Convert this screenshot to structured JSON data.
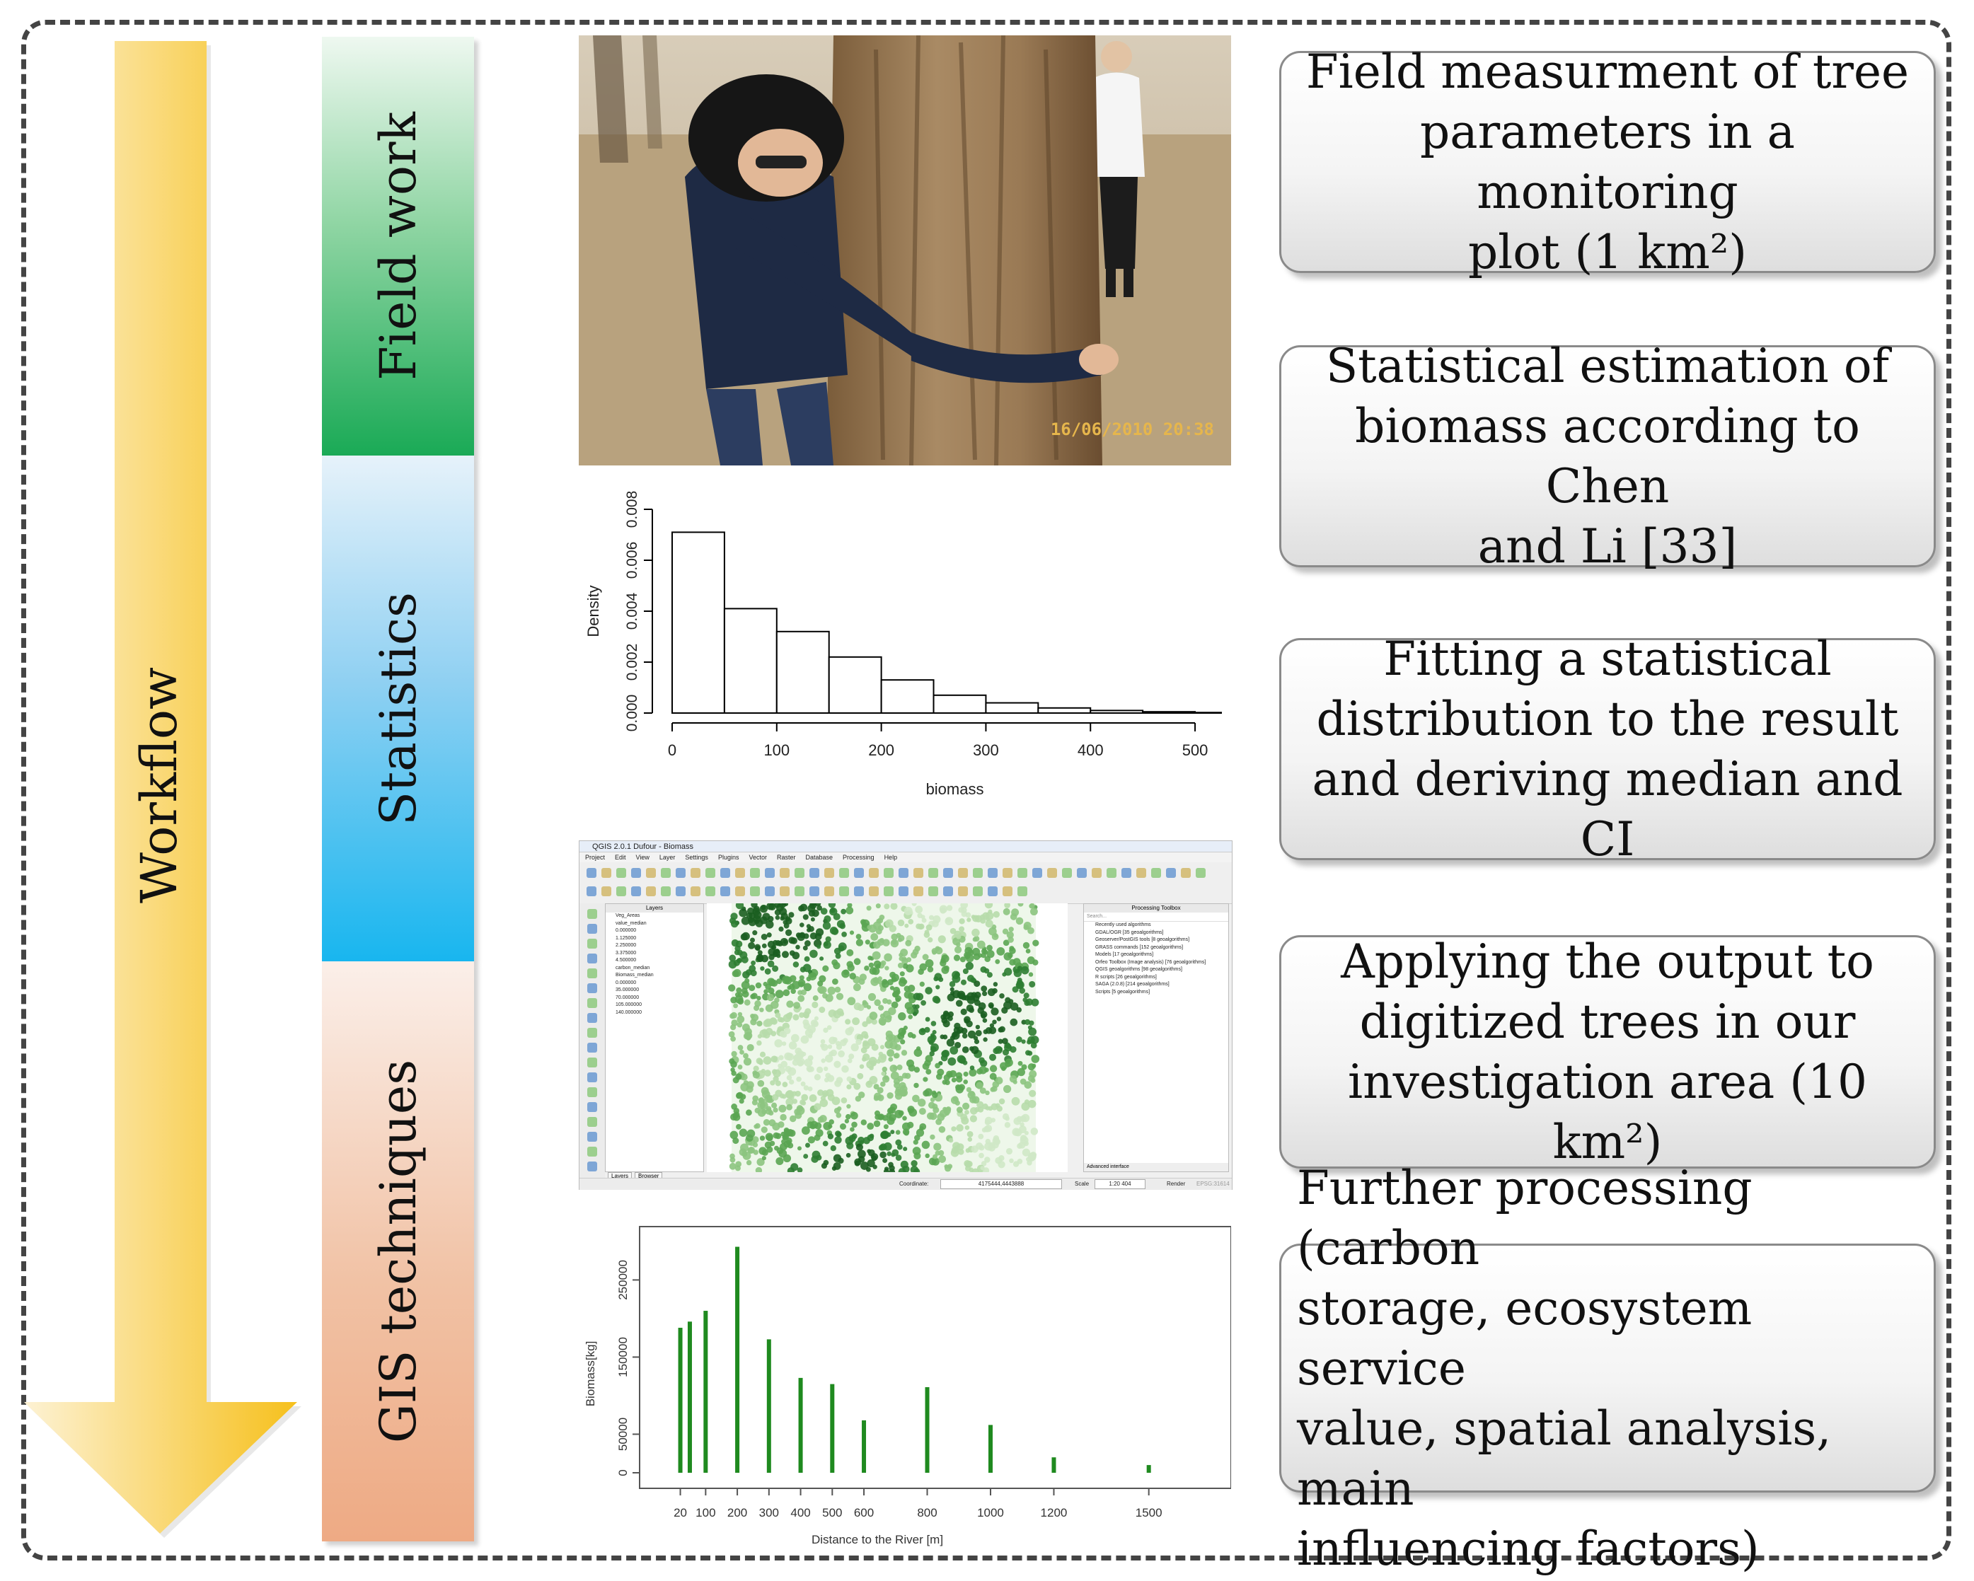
{
  "workflow": {
    "label": "Workflow"
  },
  "stages": [
    {
      "label": "Field work",
      "color": "#1aaa56"
    },
    {
      "label": "Statistics",
      "color": "#18b6ef"
    },
    {
      "label": "GIS techniques",
      "color": "#eeaa84"
    }
  ],
  "photo": {
    "timestamp": "16/06/2010 20:38"
  },
  "steps": [
    {
      "lines": [
        "Field measurment of tree",
        "parameters in a monitoring",
        "plot (1 km²)"
      ]
    },
    {
      "lines": [
        "Statistical estimation of",
        "biomass according to Chen",
        "and Li [33]"
      ]
    },
    {
      "lines": [
        "Fitting a statistical",
        "distribution to the result",
        "and deriving median and CI"
      ]
    },
    {
      "lines": [
        "Applying the output to",
        "digitized trees in our",
        "investigation area  (10 km²)"
      ]
    },
    {
      "lines": [
        "Further processing (carbon",
        "storage, ecosystem service",
        "value, spatial analysis, main",
        "influencing factors)"
      ]
    }
  ],
  "qgis": {
    "title": "QGIS 2.0.1 Dufour - Biomass",
    "menu": [
      "Project",
      "Edit",
      "View",
      "Layer",
      "Settings",
      "Plugins",
      "Vector",
      "Raster",
      "Database",
      "Processing",
      "Help"
    ],
    "layers_title": "Layers",
    "layer_items": [
      "Veg_Areas",
      "value_median",
      "0.000000",
      "1.125000",
      "2.250000",
      "3.375000",
      "4.500000",
      "carbon_median",
      "Biomass_median",
      "0.000000",
      "35.000000",
      "70.000000",
      "105.000000",
      "140.000000"
    ],
    "toolbox_title": "Processing Toolbox",
    "toolbox_search": "Search...",
    "toolbox_items": [
      "Recently used algorithms",
      "GDAL/OGR [35 geoalgorithms]",
      "Geoserver/PostGIS tools [8 geoalgorithms]",
      "GRASS commands [152 geoalgorithms]",
      "Models [17 geoalgorithms]",
      "Orfeo Toolbox (Image analysis) [76 geoalgorithms]",
      "QGIS geoalgorithms [98 geoalgorithms]",
      "R scripts [26 geoalgorithms]",
      "SAGA (2.0.8) [214 geoalgorithms]",
      "Scripts [5 geoalgorithms]"
    ],
    "toolbox_footer": "Advanced interface",
    "tabs": [
      "Layers",
      "Browser"
    ],
    "status": {
      "coordinate_label": "Coordinate:",
      "coordinate": "4175444,4443888",
      "scale_label": "Scale",
      "scale": "1:20 404",
      "render": "Render",
      "crs": "EPSG:31614"
    }
  },
  "chart_data": [
    {
      "type": "bar",
      "title": "",
      "xlabel": "biomass",
      "ylabel": "Density",
      "bin_edges": [
        0,
        50,
        100,
        150,
        200,
        250,
        300,
        350,
        400,
        450,
        500,
        525
      ],
      "values": [
        0.0071,
        0.0041,
        0.0032,
        0.0022,
        0.0013,
        0.0007,
        0.0004,
        0.0002,
        0.0001,
        5e-05,
        2e-05
      ],
      "xticks": [
        0,
        100,
        200,
        300,
        400,
        500
      ],
      "yticks": [
        "0.000",
        "0.002",
        "0.004",
        "0.006",
        "0.008"
      ],
      "xlim": [
        0,
        525
      ],
      "ylim": [
        0,
        0.008
      ]
    },
    {
      "type": "bar",
      "title": "",
      "xlabel": "Distance to the River [m]",
      "ylabel": "Biomass[kg]",
      "x": [
        20,
        50,
        100,
        200,
        300,
        400,
        500,
        600,
        800,
        1000,
        1200,
        1500
      ],
      "values": [
        188000,
        196000,
        210000,
        293000,
        173000,
        123000,
        115000,
        68000,
        111000,
        62000,
        20000,
        10000
      ],
      "xticks": [
        "20",
        "100",
        "200",
        "300",
        "400",
        "500",
        "600",
        "800",
        "1000",
        "1200",
        "1500"
      ],
      "yticks": [
        "0",
        "50000",
        "150000",
        "250000"
      ],
      "ylim": [
        0,
        310000
      ],
      "color": "#1f8a1f"
    }
  ]
}
